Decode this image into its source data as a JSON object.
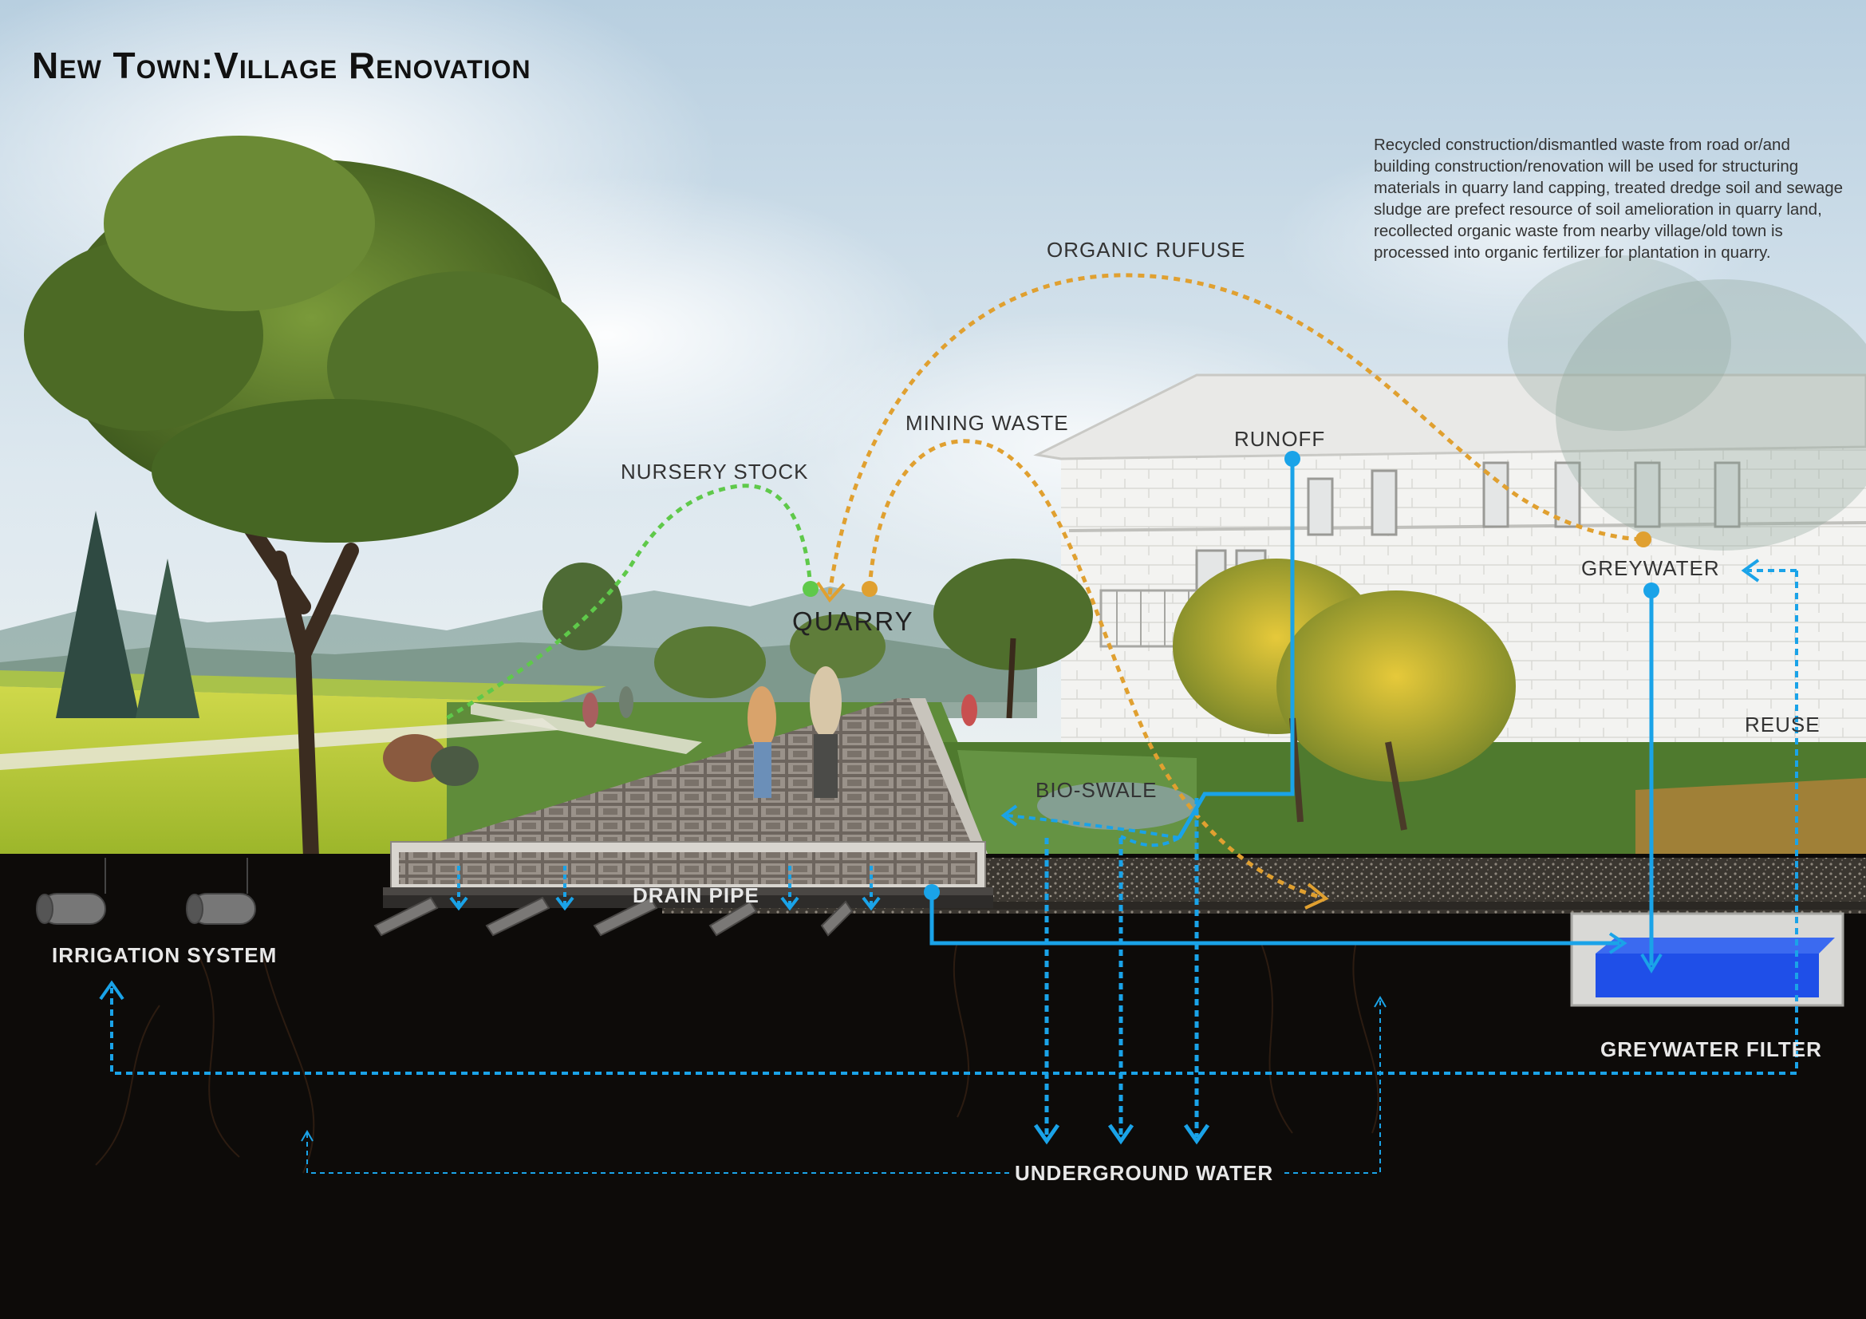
{
  "title": "New Town:Village Renovation",
  "description": "Recycled construction/dismantled waste from road or/and building construction/renovation will be used for structuring materials in quarry land capping, treated dredge soil and sewage sludge are prefect resource of soil amelioration in quarry land, recollected organic waste from nearby village/old town is processed into organic fertilizer for plantation in quarry.",
  "labels": {
    "organic_refuse": "ORGANIC RUFUSE",
    "mining_waste": "MINING WASTE",
    "nursery_stock": "NURSERY STOCK",
    "quarry": "QUARRY",
    "runoff": "RUNOFF",
    "greywater": "GREYWATER",
    "reuse": "REUSE",
    "bio_swale": "BIO-SWALE",
    "drain_pipe": "DRAIN PIPE",
    "irrigation_system": "IRRIGATION SYSTEM",
    "greywater_filter": "GREYWATER FILTER",
    "underground_water": "UNDERGROUND WATER"
  },
  "colors": {
    "organic_flow": "#e0a030",
    "nursery_flow": "#5fc94a",
    "water_flow": "#1aa3e8",
    "soil": "#0d0b09",
    "sky": "#c6d8e6"
  }
}
